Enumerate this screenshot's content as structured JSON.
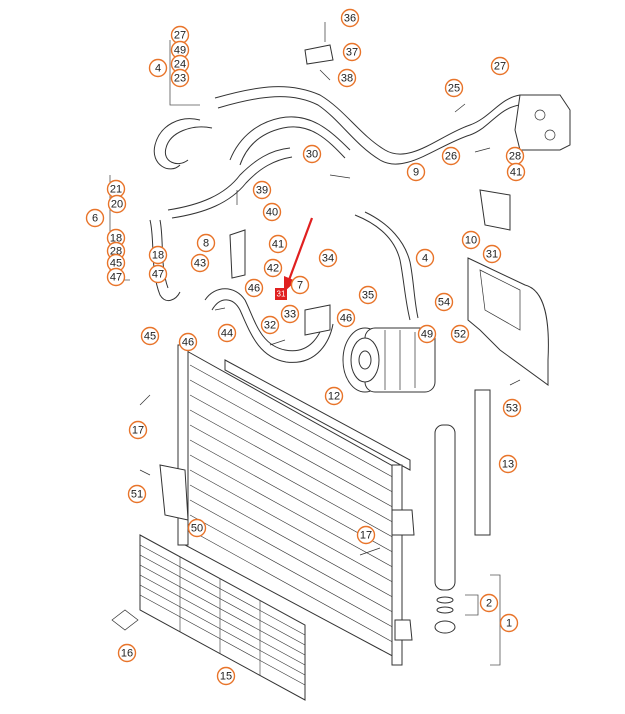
{
  "callouts": [
    {
      "id": "c36",
      "label": "36"
    },
    {
      "id": "c37",
      "label": "37"
    },
    {
      "id": "c38",
      "label": "38"
    },
    {
      "id": "c27a",
      "label": "27"
    },
    {
      "id": "c49a",
      "label": "49"
    },
    {
      "id": "c24",
      "label": "24"
    },
    {
      "id": "c4a",
      "label": "4"
    },
    {
      "id": "c23",
      "label": "23"
    },
    {
      "id": "c25",
      "label": "25"
    },
    {
      "id": "c27b",
      "label": "27"
    },
    {
      "id": "c30",
      "label": "30"
    },
    {
      "id": "c26",
      "label": "26"
    },
    {
      "id": "c28",
      "label": "28"
    },
    {
      "id": "c9",
      "label": "9"
    },
    {
      "id": "c41a",
      "label": "41"
    },
    {
      "id": "c21",
      "label": "21"
    },
    {
      "id": "c20",
      "label": "20"
    },
    {
      "id": "c39",
      "label": "39"
    },
    {
      "id": "c40",
      "label": "40"
    },
    {
      "id": "c6",
      "label": "6"
    },
    {
      "id": "c10",
      "label": "10"
    },
    {
      "id": "c8",
      "label": "8"
    },
    {
      "id": "c41b",
      "label": "41"
    },
    {
      "id": "c31",
      "label": "31"
    },
    {
      "id": "c18a",
      "label": "18"
    },
    {
      "id": "c28b",
      "label": "28"
    },
    {
      "id": "c45a",
      "label": "45"
    },
    {
      "id": "c47a",
      "label": "47"
    },
    {
      "id": "c18b",
      "label": "18"
    },
    {
      "id": "c43",
      "label": "43"
    },
    {
      "id": "c42",
      "label": "42"
    },
    {
      "id": "c34",
      "label": "34"
    },
    {
      "id": "c4b",
      "label": "4"
    },
    {
      "id": "c47b",
      "label": "47"
    },
    {
      "id": "c46a",
      "label": "46"
    },
    {
      "id": "c7",
      "label": "7"
    },
    {
      "id": "c35",
      "label": "35"
    },
    {
      "id": "c54",
      "label": "54"
    },
    {
      "id": "c33",
      "label": "33"
    },
    {
      "id": "c32",
      "label": "32"
    },
    {
      "id": "c46b",
      "label": "46"
    },
    {
      "id": "c49b",
      "label": "49"
    },
    {
      "id": "c52",
      "label": "52"
    },
    {
      "id": "c45b",
      "label": "45"
    },
    {
      "id": "c44",
      "label": "44"
    },
    {
      "id": "c46c",
      "label": "46"
    },
    {
      "id": "c12",
      "label": "12"
    },
    {
      "id": "c53",
      "label": "53"
    },
    {
      "id": "c17a",
      "label": "17"
    },
    {
      "id": "c13",
      "label": "13"
    },
    {
      "id": "c51",
      "label": "51"
    },
    {
      "id": "c50",
      "label": "50"
    },
    {
      "id": "c17b",
      "label": "17"
    },
    {
      "id": "c2",
      "label": "2"
    },
    {
      "id": "c1",
      "label": "1"
    },
    {
      "id": "c16",
      "label": "16"
    },
    {
      "id": "c15",
      "label": "15"
    }
  ],
  "highlight": {
    "label": "31",
    "color": "#e02020"
  },
  "accent_color": "#e8742a"
}
